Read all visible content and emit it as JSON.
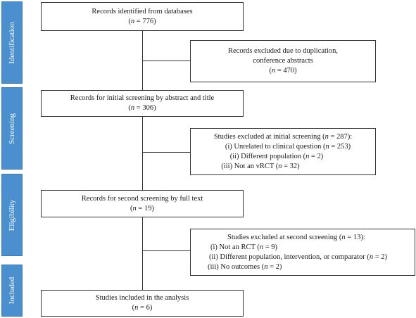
{
  "stages": {
    "identification": "Identification",
    "screening": "Screening",
    "eligibility": "Eligibility",
    "included": "Included"
  },
  "boxes": {
    "identified": {
      "line1": "Records identified from databases",
      "n_label": "n",
      "n_value": " = 776)"
    },
    "excluded_dup": {
      "line1": "Records excluded due to duplication,",
      "line2": "conference abstracts",
      "n_label": "n",
      "n_value": " = 470)"
    },
    "initial_screen": {
      "line1": "Records for initial screening by abstract and title",
      "n_label": "n",
      "n_value": " = 306)"
    },
    "excluded_initial": {
      "head": "Studies excluded at initial screening (",
      "head_n": "n",
      "head_tail": " = 287):",
      "items": [
        {
          "pre": "(i)  Unrelated to clinical question (",
          "n": "n",
          "post": " = 253)"
        },
        {
          "pre": "(ii)  Different population (",
          "n": "n",
          "post": " = 2)"
        },
        {
          "pre": "(iii)  Not an vRCT (",
          "n": "n",
          "post": " = 32)"
        }
      ]
    },
    "second_screen": {
      "line1": "Records for second screening by full text",
      "n_label": "n",
      "n_value": " = 19)"
    },
    "excluded_second": {
      "head": "Studies excluded at second screening (",
      "head_n": "n",
      "head_tail": " = 13):",
      "items": [
        {
          "pre": "(i)  Not an RCT (",
          "n": "n",
          "post": " = 9)"
        },
        {
          "pre": "(ii)  Different population, intervention, or comparator (",
          "n": "n",
          "post": " = 2)"
        },
        {
          "pre": "(iii)  No outcomes (",
          "n": "n",
          "post": " = 2)"
        }
      ]
    },
    "included": {
      "line1": "Studies included in the analysis",
      "n_label": "n",
      "n_value": " = 6)"
    }
  }
}
